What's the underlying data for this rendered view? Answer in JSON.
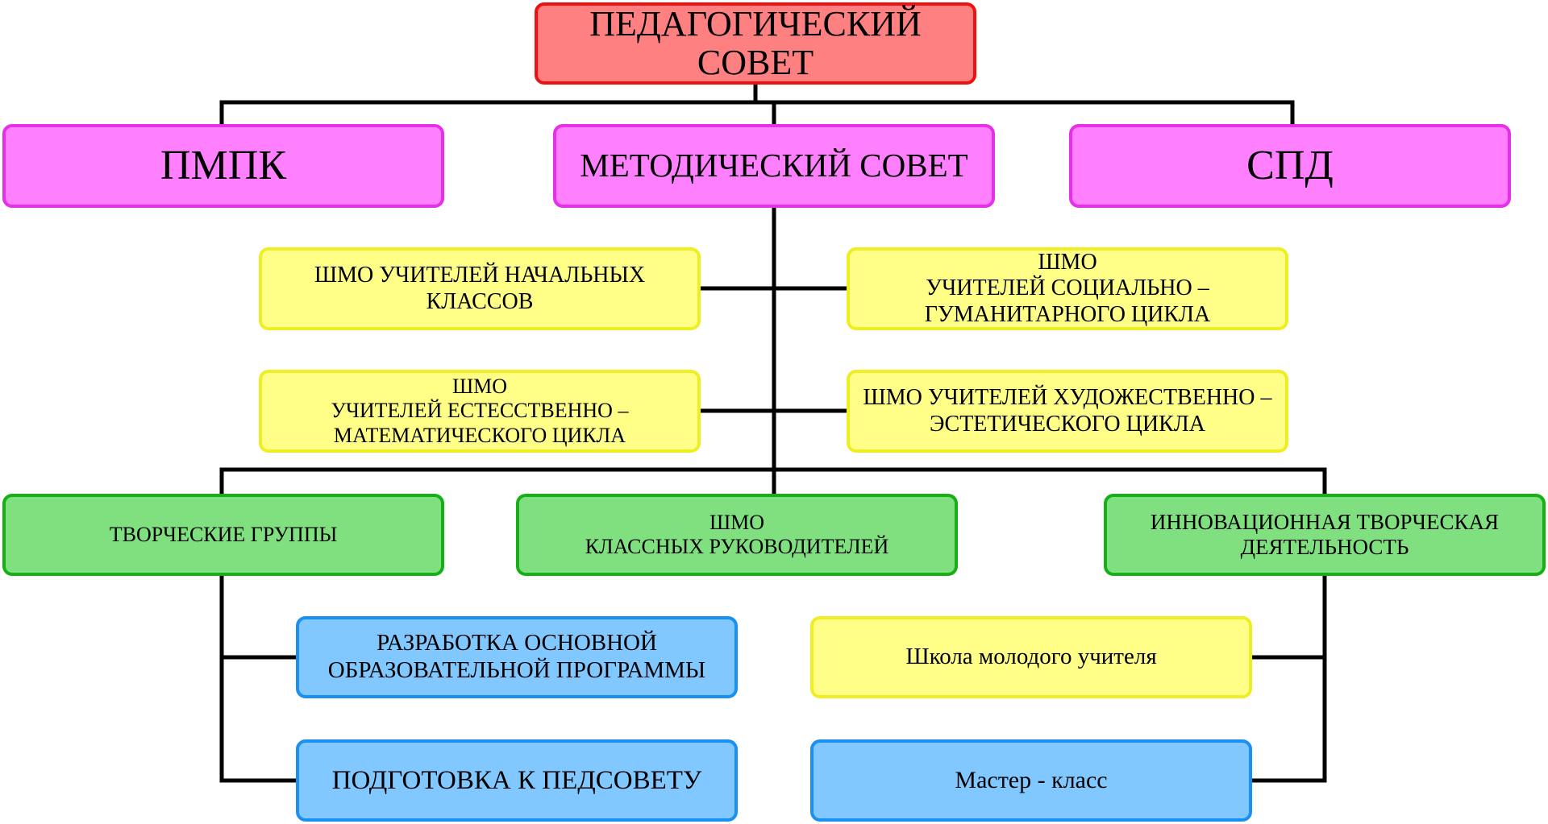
{
  "diagram": {
    "top": {
      "lines": [
        "ПЕДАГОГИЧЕСКИЙ",
        "СОВЕТ"
      ]
    },
    "level2": {
      "pmpk": {
        "lines": [
          "ПМПК"
        ]
      },
      "metsovet": {
        "lines": [
          "МЕТОДИЧЕСКИЙ СОВЕТ"
        ]
      },
      "spd": {
        "lines": [
          "СПД"
        ]
      }
    },
    "shmo": {
      "nach": {
        "lines": [
          "ШМО УЧИТЕЛЕЙ НАЧАЛЬНЫХ",
          "КЛАССОВ"
        ]
      },
      "soc": {
        "lines": [
          "ШМО",
          "УЧИТЕЛЕЙ СОЦИАЛЬНО –",
          "ГУМАНИТАРНОГО ЦИКЛА"
        ]
      },
      "est": {
        "lines": [
          "ШМО",
          "УЧИТЕЛЕЙ ЕСТЕССТВЕННО –",
          "МАТЕМАТИЧЕСКОГО ЦИКЛА"
        ]
      },
      "hud": {
        "lines": [
          "ШМО УЧИТЕЛЕЙ ХУДОЖЕСТВЕННО –",
          "ЭСТЕТИЧЕСКОГО ЦИКЛА"
        ]
      }
    },
    "level4": {
      "tvor": {
        "lines": [
          "ТВОРЧЕСКИЕ ГРУППЫ"
        ]
      },
      "shmo_kl": {
        "lines": [
          "ШМО",
          "КЛАССНЫХ РУКОВОДИТЕЛЕЙ"
        ]
      },
      "innov": {
        "lines": [
          "ИННОВАЦИОННАЯ ТВОРЧЕСКАЯ",
          "ДЕЯТЕЛЬНОСТЬ"
        ]
      }
    },
    "level5": {
      "razrab": {
        "lines": [
          "РАЗРАБОТКА  ОСНОВНОЙ",
          "ОБРАЗОВАТЕЛЬНОЙ ПРОГРАММЫ"
        ]
      },
      "shkola": {
        "lines": [
          "Школа молодого учителя"
        ]
      },
      "podgot": {
        "lines": [
          "ПОДГОТОВКА К ПЕДСОВЕТУ"
        ]
      },
      "master": {
        "lines": [
          "Мастер - класс"
        ]
      }
    }
  }
}
